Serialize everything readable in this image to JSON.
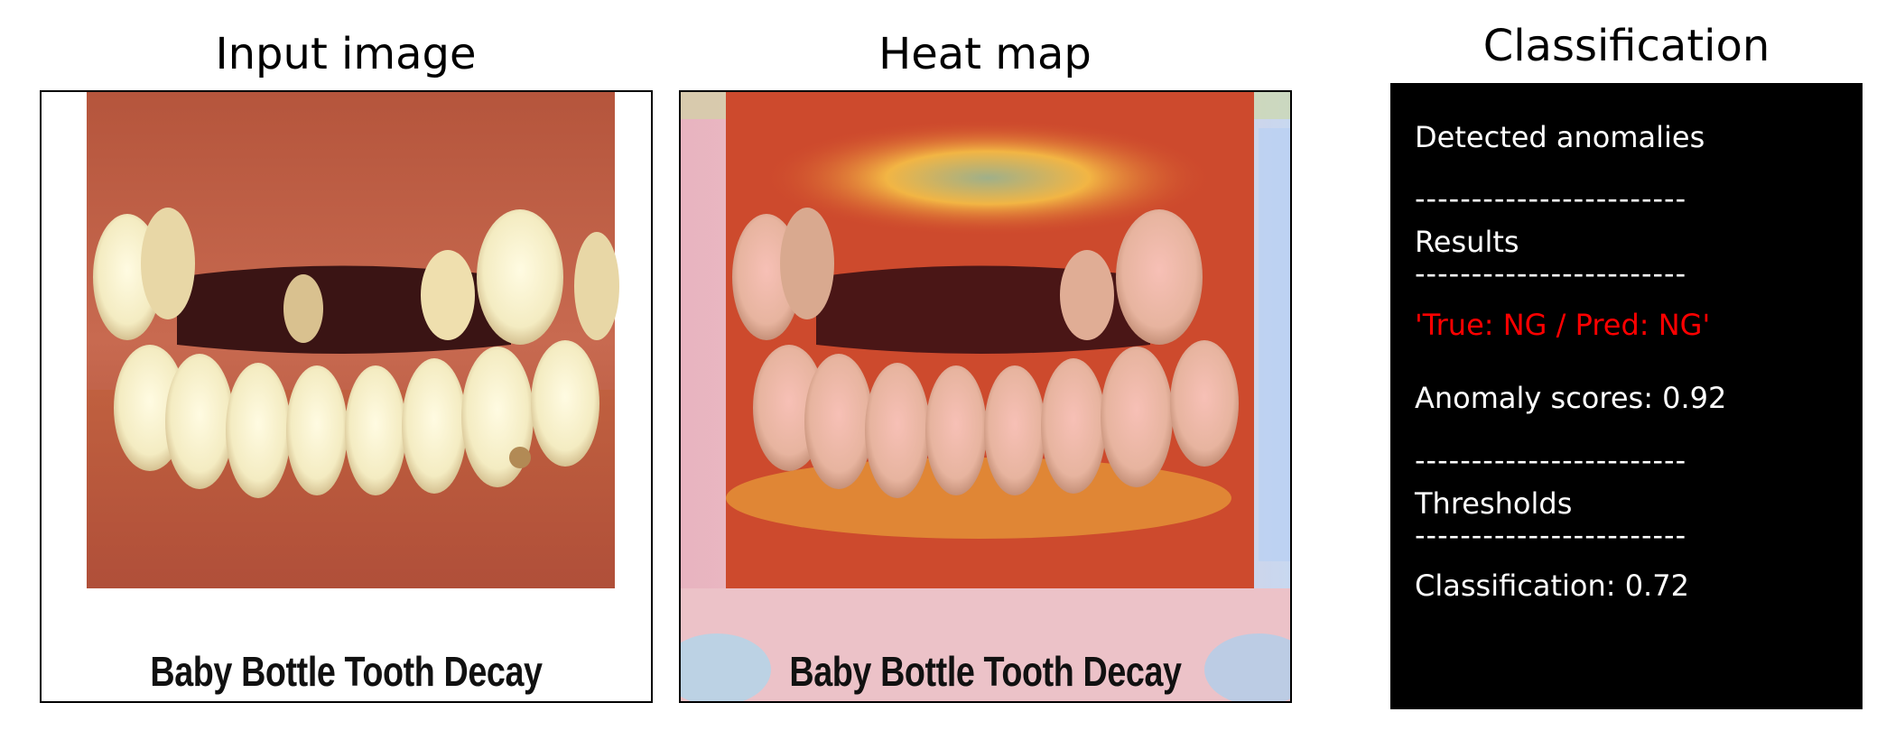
{
  "panels": {
    "input": {
      "title": "Input image",
      "caption": "Baby Bottle Tooth Decay"
    },
    "heatmap": {
      "title": "Heat map",
      "caption": "Baby Bottle Tooth Decay"
    },
    "classification": {
      "title": "Classification",
      "detected_label": "Detected anomalies",
      "separator": "------------------------",
      "results_label": "Results",
      "result_text": "'True: NG / Pred: NG'",
      "score_text": "Anomaly scores: 0.92",
      "thresholds_label": "Thresholds",
      "classification_text": "Classification: 0.72"
    }
  },
  "colors": {
    "result": "#ff0000",
    "box_background": "#000000",
    "box_text": "#ffffff"
  }
}
